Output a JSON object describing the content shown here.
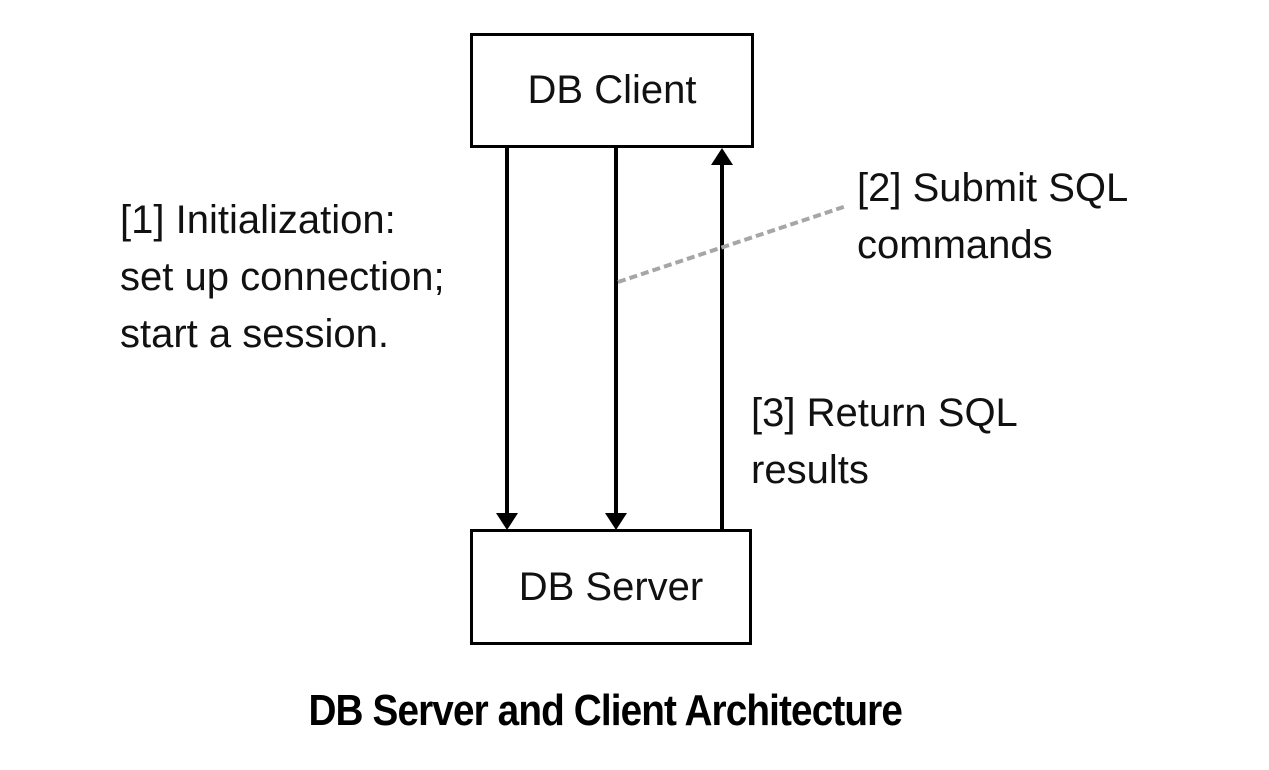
{
  "diagram": {
    "title": "DB Server and Client Architecture",
    "client_box": {
      "label": "DB Client"
    },
    "server_box": {
      "label": "DB Server"
    },
    "annotations": {
      "initialization": {
        "lines": [
          "[1] Initialization:",
          "set up connection;",
          "start a session."
        ]
      },
      "submit": {
        "lines": [
          "[2] Submit SQL",
          "commands"
        ]
      },
      "return": {
        "lines": [
          "[3] Return SQL",
          "results"
        ]
      }
    },
    "arrows": [
      {
        "name": "initialization-arrow-left",
        "direction": "down",
        "from": "DB Client",
        "to": "DB Server"
      },
      {
        "name": "submit-sql-arrow",
        "direction": "down",
        "from": "DB Client",
        "to": "DB Server"
      },
      {
        "name": "return-results-arrow",
        "direction": "up",
        "from": "DB Server",
        "to": "DB Client"
      }
    ],
    "colors": {
      "line": "#000000",
      "text": "#111111",
      "leader_dash": "#a6a6a6",
      "background": "#ffffff"
    }
  }
}
